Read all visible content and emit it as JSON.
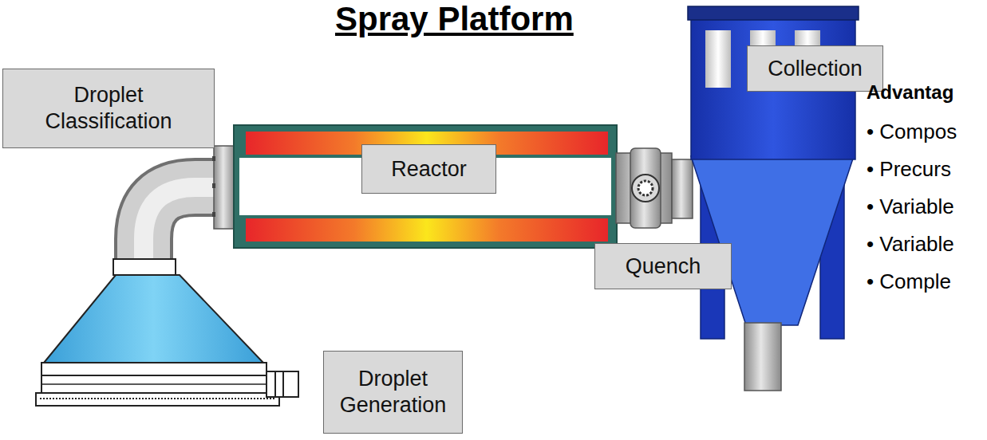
{
  "diagram": {
    "title": "Spray Platform",
    "nodes": [
      {
        "text": [
          "Droplet Classification"
        ]
      },
      {
        "text": [
          "Reactor"
        ]
      },
      {
        "text": [
          "Collection"
        ]
      },
      {
        "text": [
          "Quench"
        ]
      },
      {
        "text": [
          "Droplet Generation"
        ]
      }
    ],
    "labels": [
      "Advantag",
      "• Compos",
      "• Precurs",
      "• Variable",
      "• Variable",
      "• Comple"
    ]
  }
}
